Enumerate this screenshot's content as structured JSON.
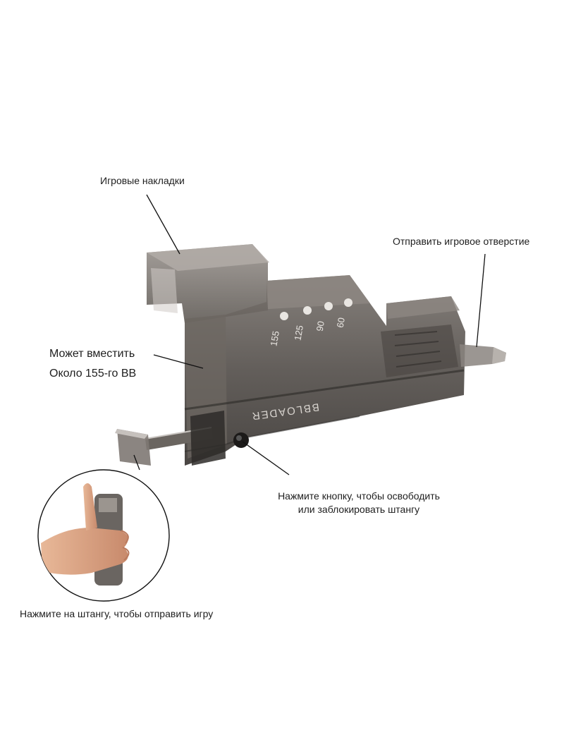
{
  "callouts": {
    "game_covers": "Игровые накладки",
    "send_game_hole": "Отправить игровое отверстие",
    "capacity_line1": "Может вместить",
    "capacity_line2": "Около 155-го BB",
    "button_line1": "Нажмите кнопку, чтобы освободить",
    "button_line2": "или заблокировать штангу",
    "press_rod": "Нажмите на штангу, чтобы отправить игру"
  },
  "device": {
    "brand_text": "BBLOADER",
    "capacity_marks": [
      "155",
      "125",
      "90",
      "60"
    ]
  },
  "colors": {
    "body_fill": "#5b5550",
    "body_dark": "#3e3a37",
    "body_light": "#8c8681",
    "leader_line": "#111111"
  }
}
